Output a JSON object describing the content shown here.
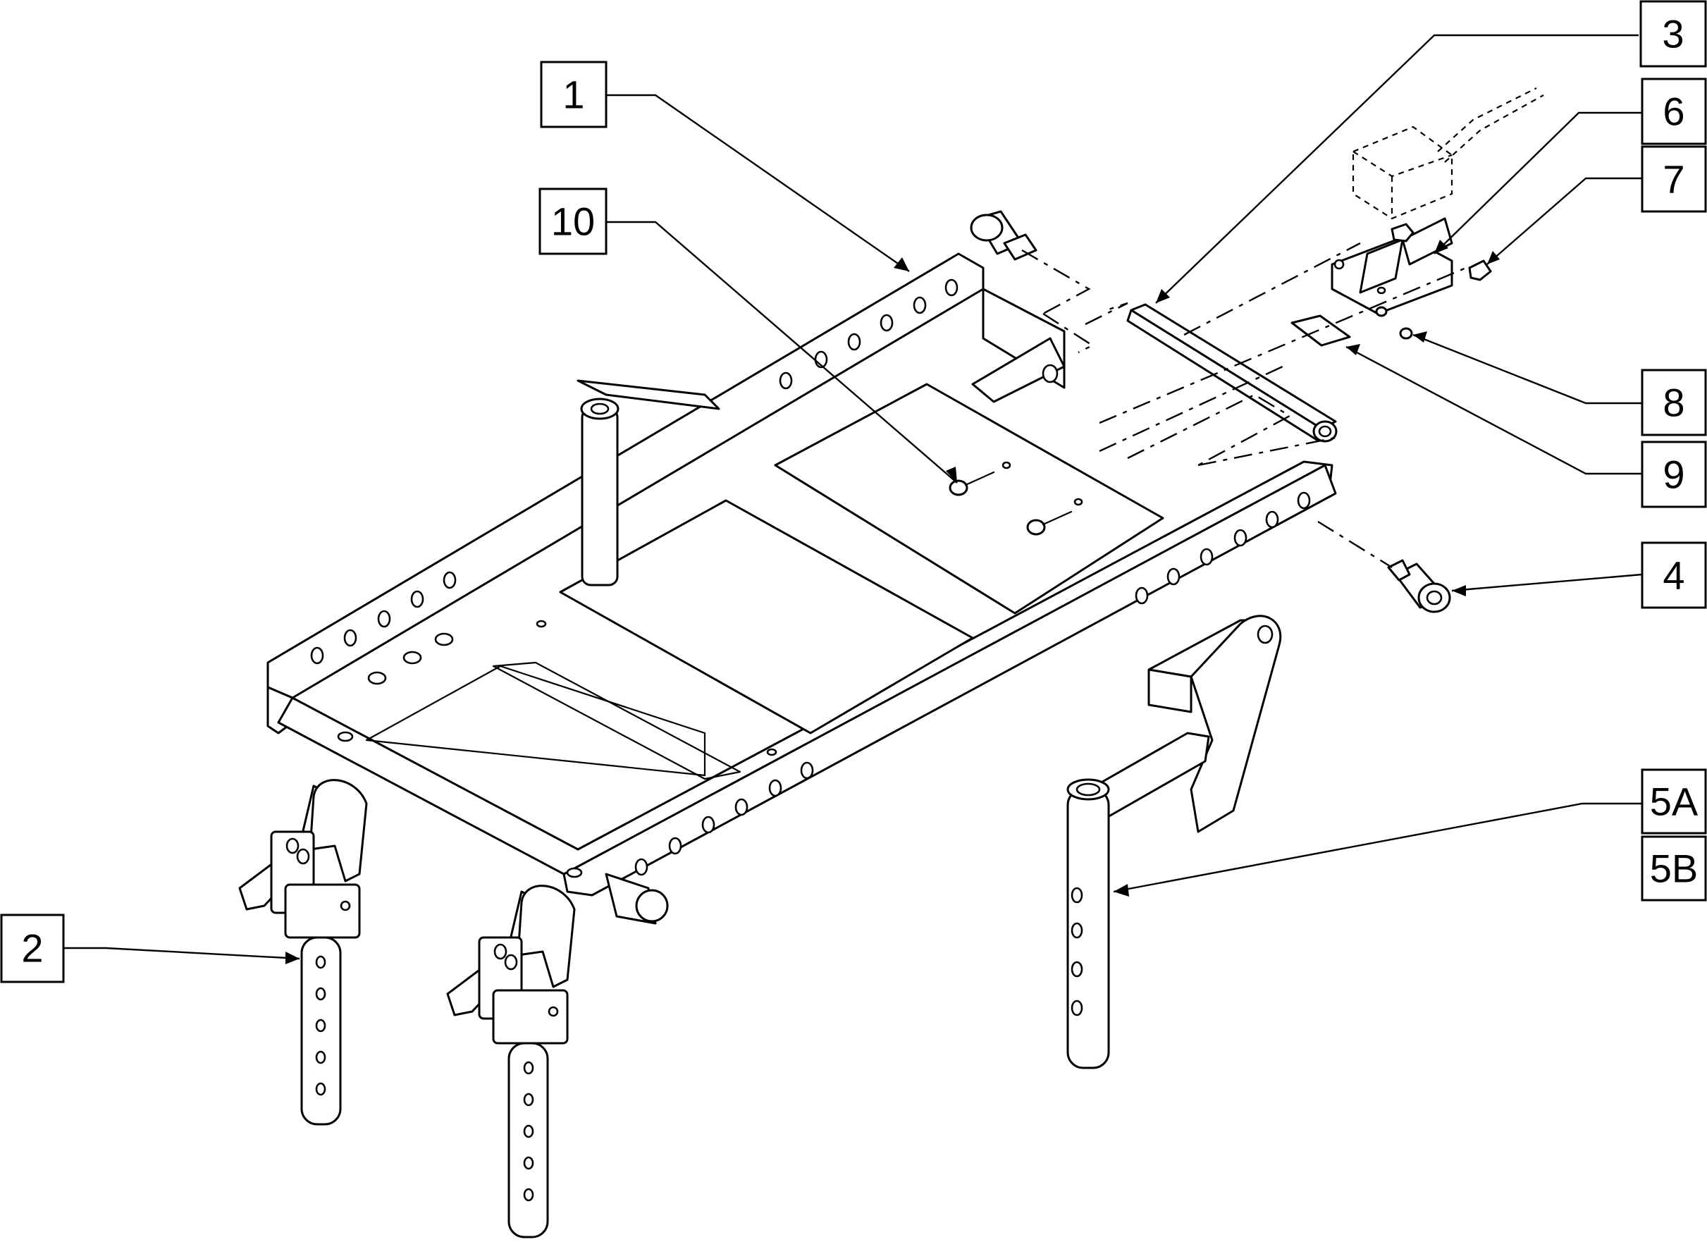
{
  "diagram": {
    "callouts": [
      {
        "id": "c1",
        "label": "1"
      },
      {
        "id": "c2",
        "label": "2"
      },
      {
        "id": "c3",
        "label": "3"
      },
      {
        "id": "c4",
        "label": "4"
      },
      {
        "id": "c5a",
        "label": "5A"
      },
      {
        "id": "c5b",
        "label": "5B"
      },
      {
        "id": "c6",
        "label": "6"
      },
      {
        "id": "c7",
        "label": "7"
      },
      {
        "id": "c8",
        "label": "8"
      },
      {
        "id": "c9",
        "label": "9"
      },
      {
        "id": "c10",
        "label": "10"
      }
    ],
    "colors": {
      "line": "#000000",
      "background": "#ffffff"
    }
  }
}
